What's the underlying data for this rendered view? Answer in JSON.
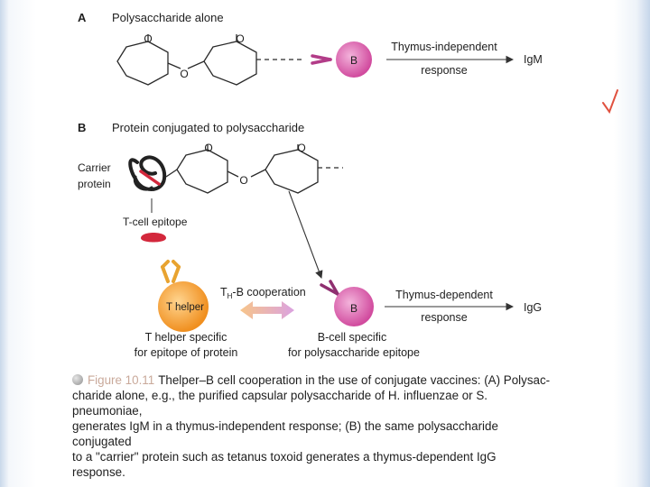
{
  "panel_a": {
    "letter": "A",
    "title": "Polysaccharide alone",
    "oxygen_labels": [
      "O",
      "O",
      "O"
    ],
    "b_cell_label": "B",
    "response_top": "Thymus-independent",
    "response_bottom": "response",
    "output": "IgM"
  },
  "panel_b": {
    "letter": "B",
    "title": "Protein conjugated to polysaccharide",
    "oxygen_labels": [
      "O",
      "O",
      "O"
    ],
    "carrier_label_1": "Carrier",
    "carrier_label_2": "protein",
    "epitope_label": "T-cell epitope",
    "t_helper_label": "T helper",
    "cooperation_prefix": "T",
    "cooperation_subscript": "H",
    "cooperation_suffix": "-B cooperation",
    "b_cell_label": "B",
    "response_top": "Thymus-dependent",
    "response_bottom": "response",
    "output": "IgG",
    "t_specific_line1": "T helper specific",
    "t_specific_line2": "for epitope of protein",
    "b_specific_line1": "B-cell specific",
    "b_specific_line2": "for polysaccharide epitope"
  },
  "caption": {
    "figure_number": "Figure 10.11",
    "lines": [
      "Thelper–B cell cooperation in the use of conjugate vaccines: (A) Polysac-",
      "charide alone, e.g., the purified capsular polysaccharide of H. influenzae or S. pneumoniae,",
      "generates IgM in a thymus-independent response; (B) the same polysaccharide conjugated",
      "to a \"carrier\" protein such as tetanus toxoid generates a thymus-dependent IgG response."
    ]
  },
  "colors": {
    "b_cell": "#d14b9e",
    "t_cell": "#f2a23a",
    "epitope": "#d3283c",
    "cooperation_arrow": "#e6b0e0",
    "check_mark": "#e0513f"
  }
}
